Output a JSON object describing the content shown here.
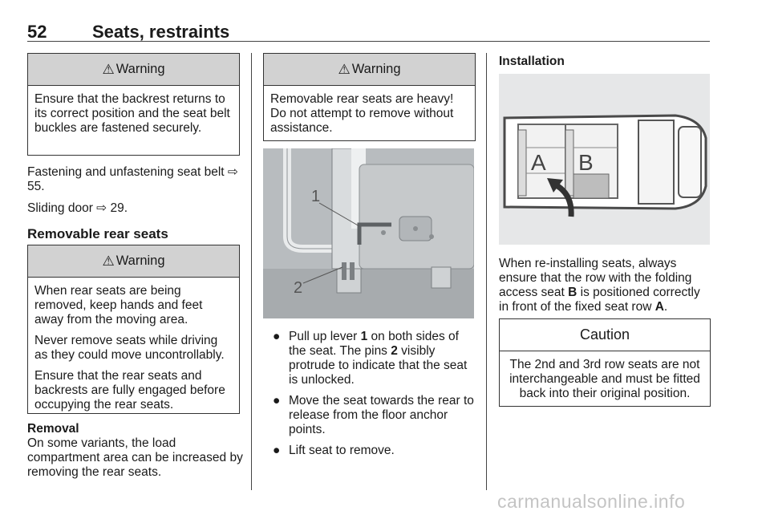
{
  "header": {
    "page_number": "52",
    "title": "Seats, restraints"
  },
  "left": {
    "warning1": {
      "title": "Warning",
      "text": "Ensure that the backrest returns to its correct position and the seat belt buckles are fastened securely."
    },
    "para1": "Fastening and unfastening seat belt ⇨ 55.",
    "para2": "Sliding door ⇨ 29.",
    "section_title": "Removable rear seats",
    "warning2": {
      "title": "Warning",
      "paragraphs": [
        "When rear seats are being removed, keep hands and feet away from the moving area.",
        "Never remove seats while driving as they could move uncontrollably.",
        "Ensure that the rear seats and backrests are fully engaged before occupying the rear seats."
      ]
    },
    "removal_title": "Removal",
    "removal_text": "On some variants, the load compartment area can be increased by removing the rear seats."
  },
  "middle": {
    "warning3": {
      "title": "Warning",
      "text": "Removable rear seats are heavy! Do not attempt to remove without assistance."
    },
    "photo_labels": {
      "label1": "1",
      "label2": "2"
    },
    "bullets": {
      "b1_pre": "Pull up lever ",
      "b1_num1": "1",
      "b1_mid": " on both sides of the seat. The pins ",
      "b1_num2": "2",
      "b1_post": " visibly protrude to indicate that the seat is unlocked.",
      "b2": "Move the seat towards the rear to release from the floor anchor points.",
      "b3": "Lift seat to remove."
    }
  },
  "right": {
    "installation_title": "Installation",
    "diagram_labels": {
      "a": "A",
      "b": "B"
    },
    "install_pre": "When re-installing seats, always ensure that the row with the folding access seat ",
    "install_b": "B",
    "install_mid": " is positioned correctly in front of the fixed seat row ",
    "install_a": "A",
    "install_post": ".",
    "caution": {
      "title": "Caution",
      "text": "The 2nd and 3rd row seats are not interchangeable and must be fitted back into their original position."
    }
  },
  "watermark": "carmanualsonline.info",
  "icons": {
    "warning": "warning-triangle-icon",
    "bullet": "bullet-dot-icon",
    "arrow": "curved-arrow-icon"
  }
}
